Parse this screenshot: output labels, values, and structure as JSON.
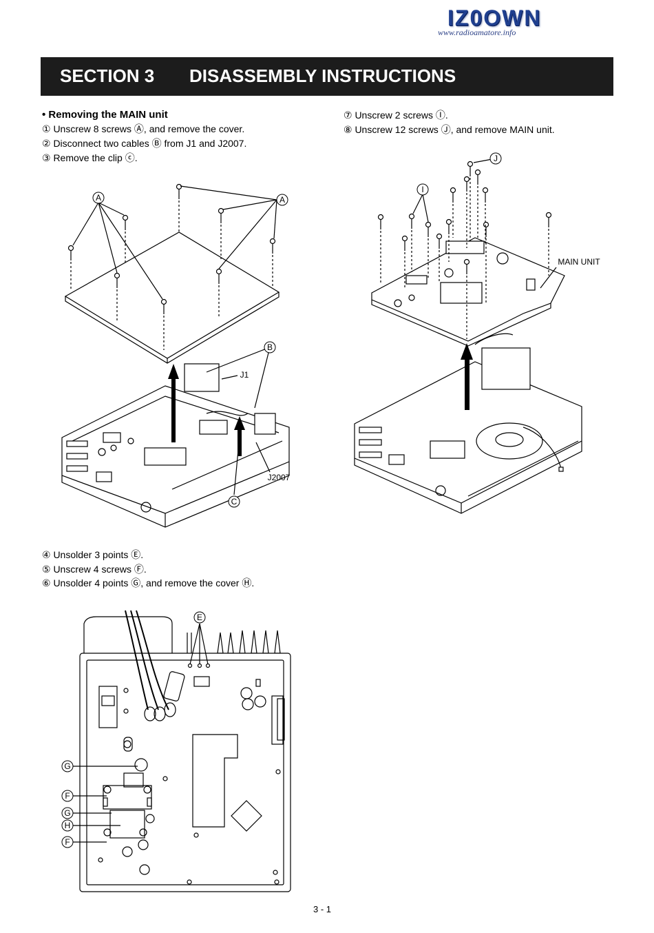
{
  "logo": {
    "callsign": "IZ0OWN",
    "website": "www.radioamatore.info"
  },
  "header": {
    "section": "SECTION 3",
    "title": "DISASSEMBLY INSTRUCTIONS"
  },
  "left_steps": {
    "heading": "• Removing the MAIN unit",
    "s1": "① Unscrew 8 screws Ⓐ, and remove the cover.",
    "s2": "② Disconnect two cables Ⓑ from J1 and J2007.",
    "s3": "③ Remove the clip ⓒ."
  },
  "right_steps": {
    "s7": "⑦ Unscrew 2 screws Ⓘ.",
    "s8": "⑧ Unscrew 12 screws Ⓙ, and remove MAIN unit."
  },
  "lower_steps": {
    "s4": "④ Unsolder 3 points Ⓔ.",
    "s5": "⑤ Unscrew 4 screws Ⓕ.",
    "s6": "⑥ Unsolder 4 points Ⓖ, and remove the cover Ⓗ."
  },
  "fig1": {
    "label_a": "A",
    "label_b": "B",
    "label_c": "C",
    "j1": "J1",
    "j2007": "J2007"
  },
  "fig2": {
    "label_i": "I",
    "label_j": "J",
    "main_unit": "MAIN UNIT"
  },
  "fig3": {
    "label_e": "E",
    "label_g": "G",
    "label_f": "F",
    "label_h": "H"
  },
  "page_number": "3 - 1"
}
